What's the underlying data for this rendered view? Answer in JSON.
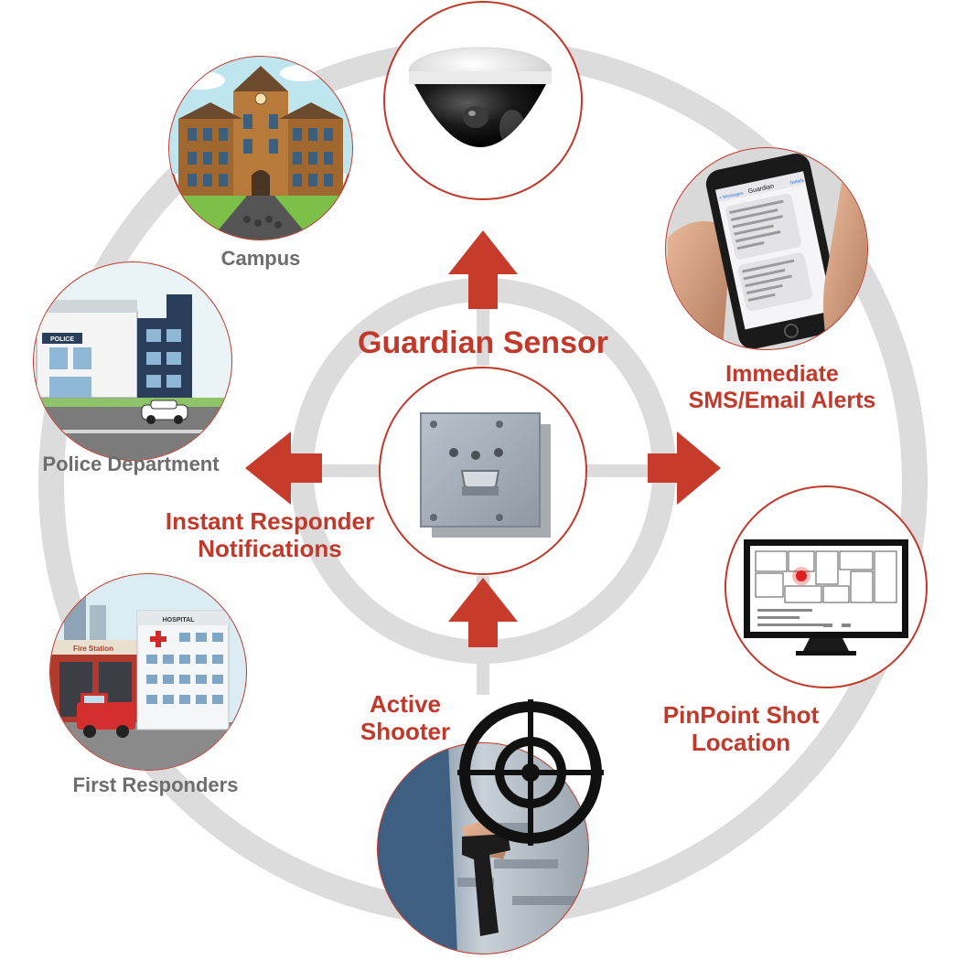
{
  "colors": {
    "accent_red": "#c0392b",
    "ring_gray": "#dcdcdc",
    "label_gray": "#6d6d6d"
  },
  "center": {
    "title": "Guardian Sensor",
    "icon": "sensor-device-icon"
  },
  "flow": {
    "responder_line1": "Instant Responder",
    "responder_line2": "Notifications",
    "alerts_line1": "Immediate",
    "alerts_line2": "SMS/Email Alerts",
    "shooter_line1": "Active",
    "shooter_line2": "Shooter",
    "pinpoint_line1": "PinPoint Shot",
    "pinpoint_line2": "Location"
  },
  "nodes": {
    "campus": "Campus",
    "police": "Police Department",
    "first_responders": "First Responders"
  },
  "phone_screen": {
    "title": "Guardian",
    "back": "< Messages",
    "action": "Details"
  },
  "scene_text": {
    "police_sign": "POLICE",
    "fire_station": "Fire Station",
    "hospital": "HOSPITAL"
  }
}
